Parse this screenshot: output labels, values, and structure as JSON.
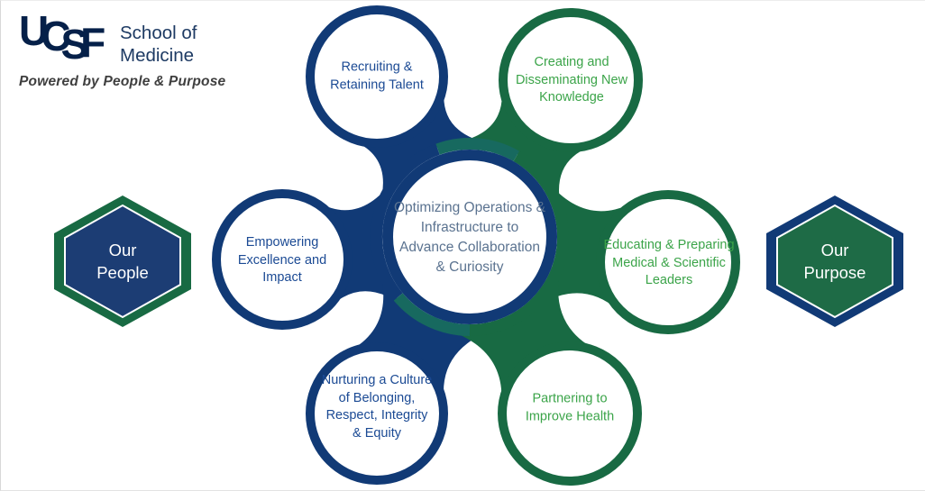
{
  "header": {
    "logo": {
      "letters": [
        "U",
        "C",
        "S",
        "F"
      ],
      "school": [
        "School of",
        "Medicine"
      ]
    },
    "tagline": "Powered by People & Purpose"
  },
  "hexagons": {
    "left": {
      "lines": [
        "Our",
        "People"
      ]
    },
    "right": {
      "lines": [
        "Our",
        "Purpose"
      ]
    }
  },
  "center_circle": {
    "lines": [
      "Optimizing Operations &",
      "Infrastructure to",
      "Advance Collaboration",
      "& Curiosity"
    ]
  },
  "satellites": [
    {
      "id": "recruiting",
      "theme": "blue",
      "lines": [
        "Recruiting &",
        "Retaining Talent"
      ]
    },
    {
      "id": "creating",
      "theme": "green",
      "lines": [
        "Creating and",
        "Disseminating New",
        "Knowledge"
      ]
    },
    {
      "id": "empowering",
      "theme": "blue",
      "lines": [
        "Empowering",
        "Excellence and",
        "Impact"
      ]
    },
    {
      "id": "educating",
      "theme": "green",
      "lines": [
        "Educating & Preparing",
        "Medical & Scientific",
        "Leaders"
      ]
    },
    {
      "id": "nurturing",
      "theme": "blue",
      "lines": [
        "Nurturing a Culture",
        "of Belonging,",
        "Respect, Integrity",
        "& Equity"
      ]
    },
    {
      "id": "partnering",
      "theme": "green",
      "lines": [
        "Partnering to",
        "Improve Health"
      ]
    }
  ],
  "colors": {
    "navy": "#113a76",
    "green": "#186a43",
    "teal": "#17695f",
    "hex_blue_fill": "#1c3d74",
    "hex_green_fill": "#1e6b46",
    "blue-text": "#1b4a94",
    "green-text": "#3ba449",
    "center-text": "#5b7390",
    "white": "#ffffff",
    "logo_navy": "#052049",
    "school_navy": "#1d3a63",
    "tagline_gray": "#3f3f3f"
  }
}
